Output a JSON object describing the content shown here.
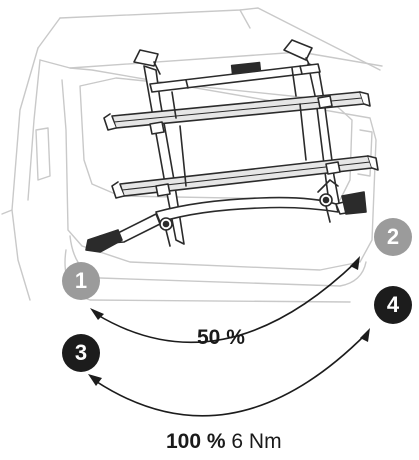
{
  "steps": [
    "1",
    "2",
    "3",
    "4"
  ],
  "first_pass": {
    "percent": "50 %"
  },
  "final_pass": {
    "percent": "100 %",
    "torque": "6 Nm"
  },
  "colors": {
    "line": "#2b2b2b",
    "car_line": "#c9c9c9",
    "badge_grey": "#9b9b9b",
    "badge_dark": "#1c1c1c",
    "rail_fill": "#e6e6e6"
  }
}
